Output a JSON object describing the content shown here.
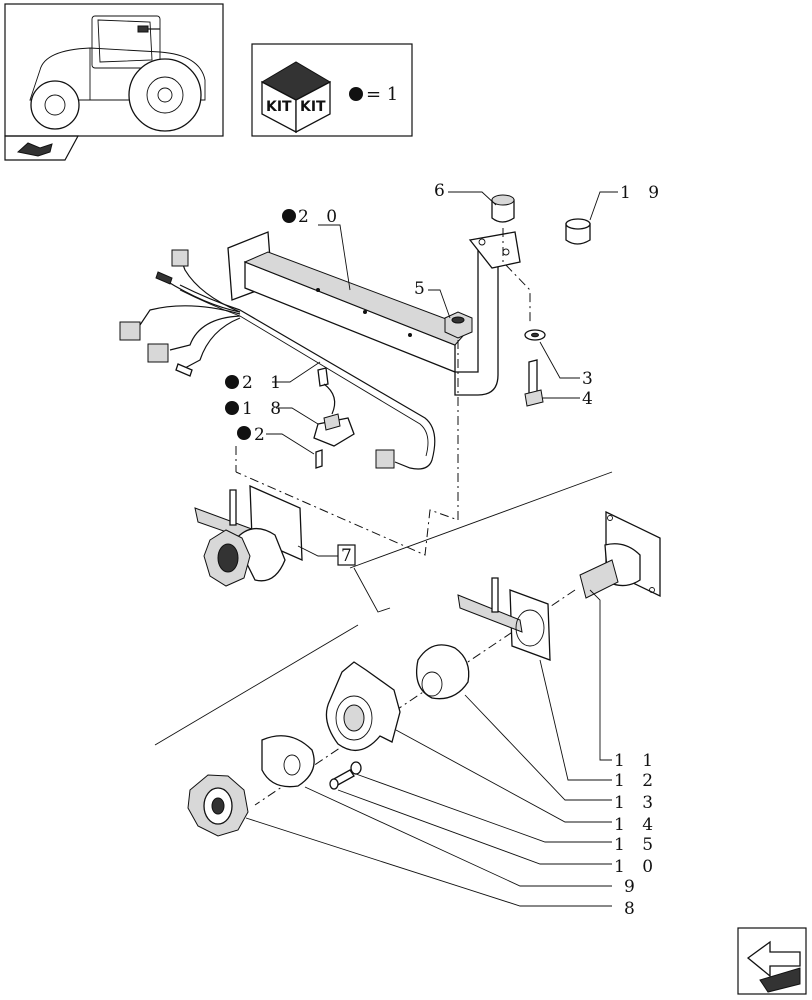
{
  "kit_legend": {
    "kit_word_left": "KIT",
    "kit_word_right": "KIT",
    "equals_text": "= 1"
  },
  "callouts": {
    "c20": "2 0",
    "c6": "6",
    "c19": "1 9",
    "c5": "5",
    "c3": "3",
    "c4": "4",
    "c21": "2 1",
    "c18": "1 8",
    "c2": "2",
    "c7": "7",
    "c11": "1 1",
    "c12": "1 2",
    "c13": "1 3",
    "c14": "1 4",
    "c15": "1 5",
    "c10": "1 0",
    "c9": "9",
    "c8": "8"
  },
  "icons": {
    "tractor": "tractor-thumbnail-icon",
    "section": "section-tab-icon",
    "kit": "kit-box-icon",
    "nav": "next-page-arrow-icon"
  }
}
